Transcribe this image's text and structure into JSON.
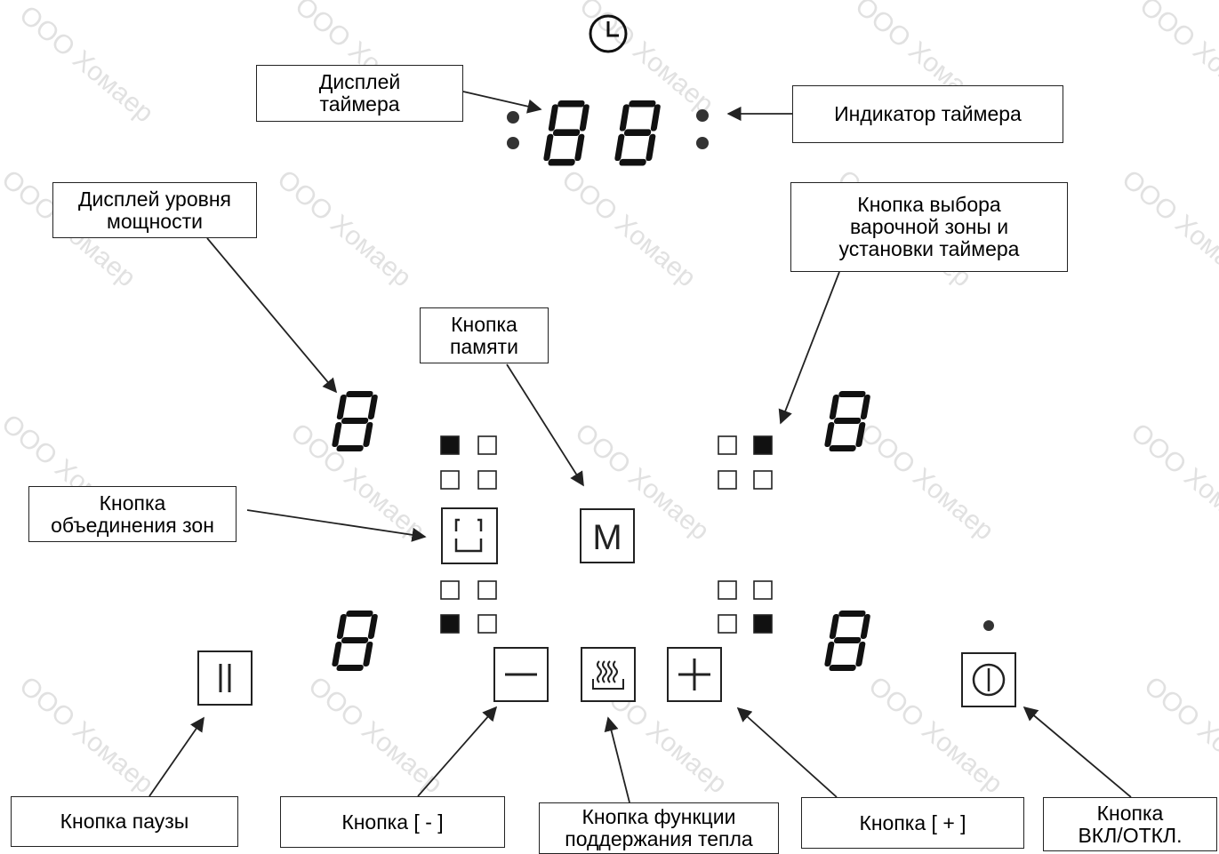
{
  "callouts": {
    "timer_display": "Дисплей\nтаймера",
    "timer_indicator": "Индикатор таймера",
    "power_display": "Дисплей уровня\nмощности",
    "zone_select_button": "Кнопка выбора\nварочной зоны и\nустановки таймера",
    "memory_button": "Кнопка\nпамяти",
    "bridge_button": "Кнопка\nобъединения зон",
    "pause_button": "Кнопка паузы",
    "minus_button": "Кнопка [ - ]",
    "keep_warm_button": "Кнопка функции\nподдержания тепла",
    "plus_button": "Кнопка [ + ]",
    "power_button": "Кнопка\nВКЛ/ОТКЛ."
  },
  "buttons": {
    "memory_symbol": "M",
    "pause_symbol": "||",
    "minus_symbol": "—",
    "plus_symbol": "+"
  },
  "icons": {
    "timer": "clock-icon",
    "memory": "memory-button-icon",
    "bridge": "zone-bridge-icon",
    "keep_warm": "keep-warm-icon",
    "power": "power-icon",
    "pause": "pause-icon"
  },
  "watermark": "ООО Хомаер",
  "colors": {
    "line": "#222222",
    "display": "#111111",
    "watermark": "#c9c9c9"
  }
}
